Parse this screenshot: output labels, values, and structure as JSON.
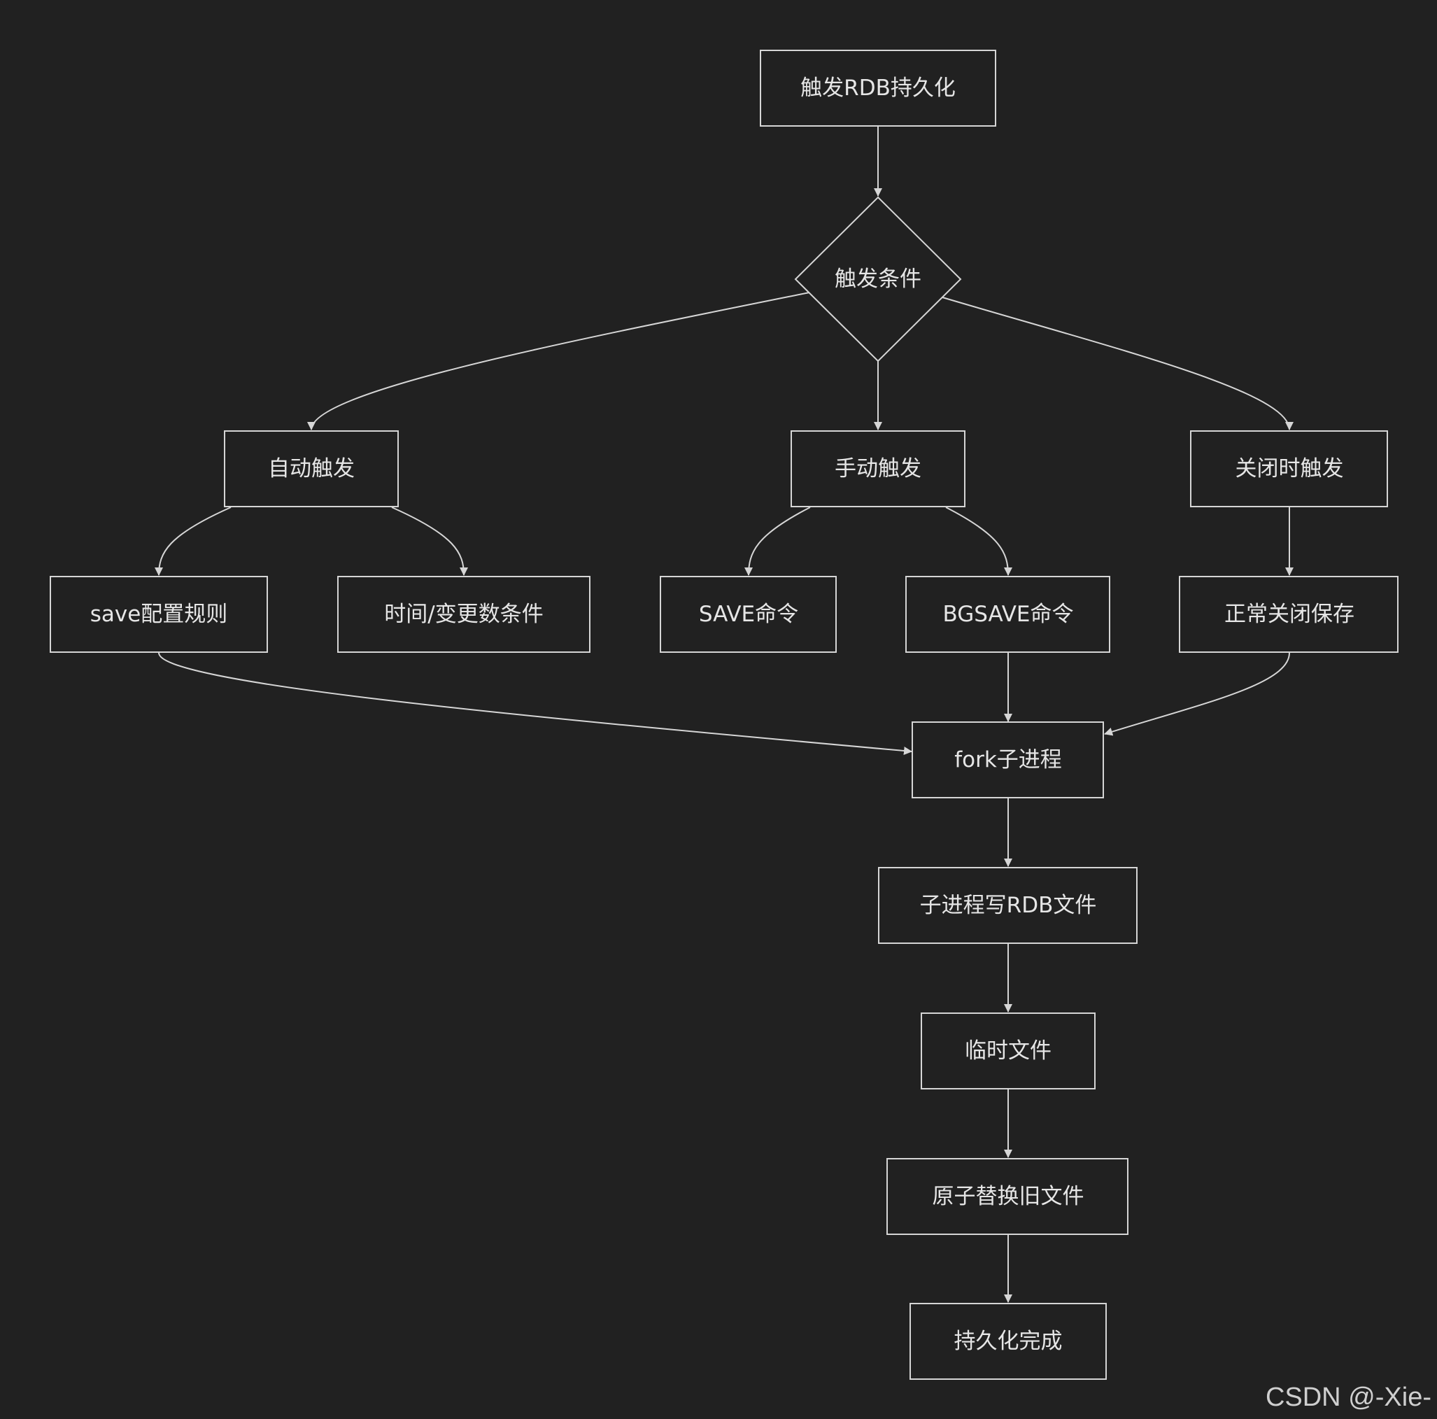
{
  "diagram": {
    "type": "flowchart",
    "nodes": {
      "start": {
        "label": "触发RDB持久化",
        "shape": "rect"
      },
      "condition": {
        "label": "触发条件",
        "shape": "diamond"
      },
      "auto": {
        "label": "自动触发",
        "shape": "rect"
      },
      "manual": {
        "label": "手动触发",
        "shape": "rect"
      },
      "shutdown": {
        "label": "关闭时触发",
        "shape": "rect"
      },
      "save_rule": {
        "label": "save配置规则",
        "shape": "rect"
      },
      "time_change": {
        "label": "时间/变更数条件",
        "shape": "rect"
      },
      "save_cmd": {
        "label": "SAVE命令",
        "shape": "rect"
      },
      "bgsave_cmd": {
        "label": "BGSAVE命令",
        "shape": "rect"
      },
      "normal_shutdown": {
        "label": "正常关闭保存",
        "shape": "rect"
      },
      "fork": {
        "label": "fork子进程",
        "shape": "rect"
      },
      "child_write": {
        "label": "子进程写RDB文件",
        "shape": "rect"
      },
      "temp_file": {
        "label": "临时文件",
        "shape": "rect"
      },
      "atomic_replace": {
        "label": "原子替换旧文件",
        "shape": "rect"
      },
      "done": {
        "label": "持久化完成",
        "shape": "rect"
      }
    },
    "edges": [
      {
        "from": "start",
        "to": "condition"
      },
      {
        "from": "condition",
        "to": "auto"
      },
      {
        "from": "condition",
        "to": "manual"
      },
      {
        "from": "condition",
        "to": "shutdown"
      },
      {
        "from": "auto",
        "to": "save_rule"
      },
      {
        "from": "auto",
        "to": "time_change"
      },
      {
        "from": "manual",
        "to": "save_cmd"
      },
      {
        "from": "manual",
        "to": "bgsave_cmd"
      },
      {
        "from": "shutdown",
        "to": "normal_shutdown"
      },
      {
        "from": "save_rule",
        "to": "fork"
      },
      {
        "from": "bgsave_cmd",
        "to": "fork"
      },
      {
        "from": "normal_shutdown",
        "to": "fork"
      },
      {
        "from": "fork",
        "to": "child_write"
      },
      {
        "from": "child_write",
        "to": "temp_file"
      },
      {
        "from": "temp_file",
        "to": "atomic_replace"
      },
      {
        "from": "atomic_replace",
        "to": "done"
      }
    ],
    "colors": {
      "background": "#212121",
      "stroke": "#d6d6d6",
      "text": "#e6e6e6"
    }
  },
  "watermark": {
    "text": "CSDN @-Xie-"
  }
}
